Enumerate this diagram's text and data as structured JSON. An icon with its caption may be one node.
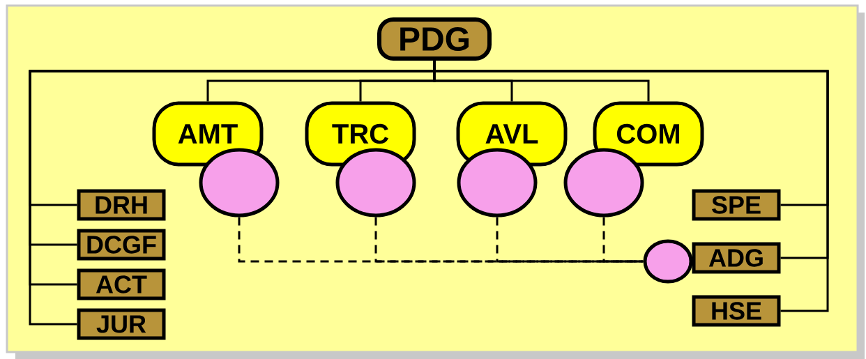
{
  "diagram": {
    "nodes": [
      {
        "text": [
          "PDG"
        ]
      },
      {
        "text": [
          "AMT"
        ]
      },
      {
        "text": [
          "TRC"
        ]
      },
      {
        "text": [
          "AVL"
        ]
      },
      {
        "text": [
          "COM"
        ]
      },
      {
        "text": [
          "DRH"
        ]
      },
      {
        "text": [
          "DCGF"
        ]
      },
      {
        "text": [
          "ACT"
        ]
      },
      {
        "text": [
          "JUR"
        ]
      },
      {
        "text": [
          "SPE"
        ]
      },
      {
        "text": [
          "ADG"
        ]
      },
      {
        "text": [
          "HSE"
        ]
      },
      {
        "text": [],
        "shape": "circle"
      },
      {
        "text": [],
        "shape": "circle"
      },
      {
        "text": [],
        "shape": "circle"
      },
      {
        "text": [],
        "shape": "circle"
      },
      {
        "text": [],
        "shape": "circle"
      }
    ],
    "edges": [
      {
        "from": 0,
        "to": 1,
        "arrow": "none"
      },
      {
        "from": 0,
        "to": 2,
        "arrow": "none"
      },
      {
        "from": 0,
        "to": 3,
        "arrow": "none"
      },
      {
        "from": 0,
        "to": 4,
        "arrow": "none"
      },
      {
        "from": 0,
        "to": 5,
        "arrow": "none"
      },
      {
        "from": 0,
        "to": 6,
        "arrow": "none"
      },
      {
        "from": 0,
        "to": 7,
        "arrow": "none"
      },
      {
        "from": 0,
        "to": 8,
        "arrow": "none"
      },
      {
        "from": 0,
        "to": 9,
        "arrow": "none"
      },
      {
        "from": 0,
        "to": 10,
        "arrow": "none"
      },
      {
        "from": 0,
        "to": 11,
        "arrow": "none"
      },
      {
        "from": 12,
        "to": 16,
        "arrow": "none",
        "style": "dashed"
      },
      {
        "from": 13,
        "to": 16,
        "arrow": "none",
        "style": "dashed"
      },
      {
        "from": 14,
        "to": 16,
        "arrow": "none",
        "style": "dashed"
      },
      {
        "from": 15,
        "to": 16,
        "arrow": "none",
        "style": "dashed"
      }
    ]
  }
}
